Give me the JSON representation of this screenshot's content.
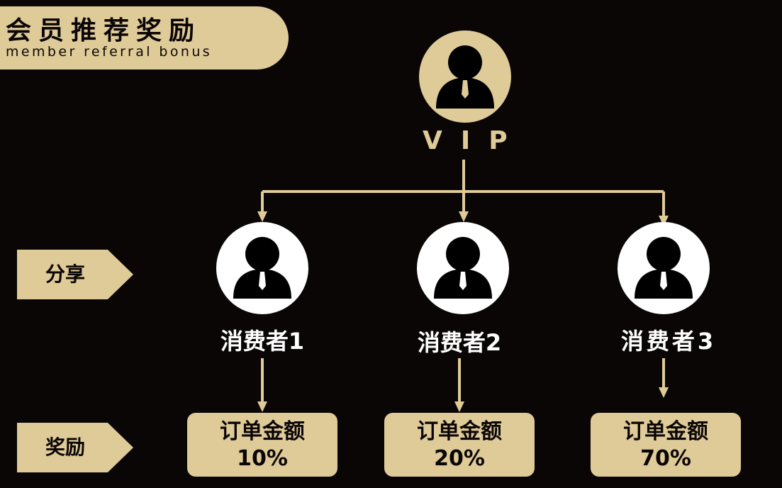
{
  "title": {
    "cn": "会员推荐奖励",
    "en": "member referral bonus"
  },
  "vip": {
    "label": "VIP"
  },
  "consumers": [
    {
      "label": "消费者1"
    },
    {
      "label": "消费者2"
    },
    {
      "label": "消费者3"
    }
  ],
  "rewards": [
    {
      "line1": "订单金额",
      "line2": "10%"
    },
    {
      "line1": "订单金额",
      "line2": "20%"
    },
    {
      "line1": "订单金额",
      "line2": "70%"
    }
  ],
  "tags": {
    "share": "分享",
    "reward": "奖励"
  },
  "colors": {
    "gold": "#dfcb98",
    "background": "#0b0606"
  }
}
